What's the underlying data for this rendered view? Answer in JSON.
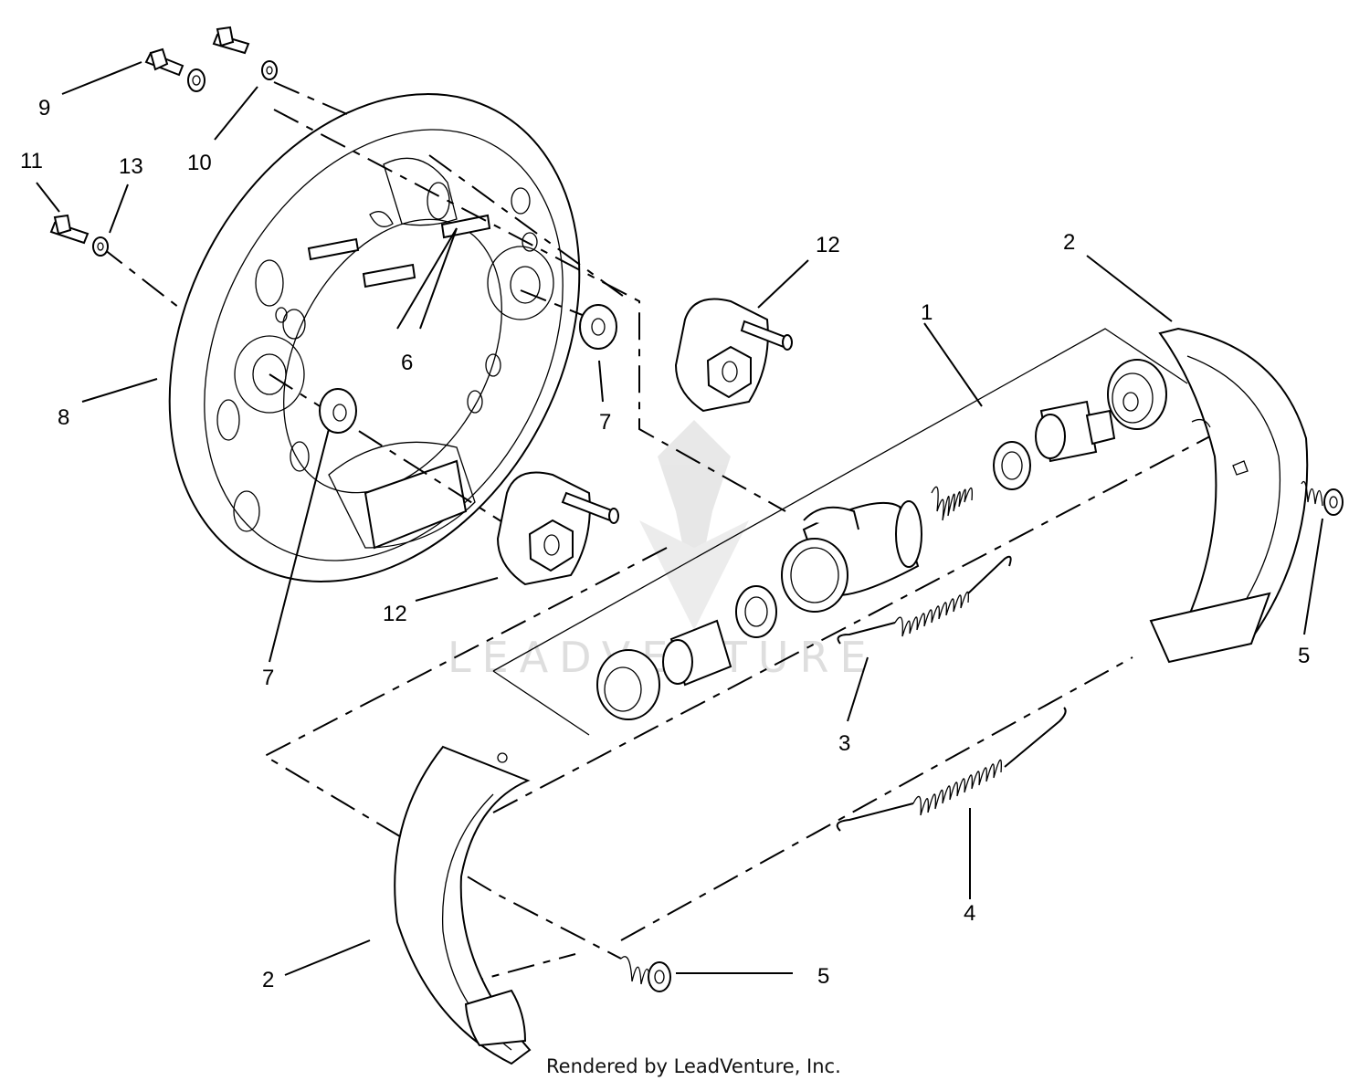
{
  "callouts": {
    "c1": "1",
    "c2a": "2",
    "c2b": "2",
    "c3": "3",
    "c4": "4",
    "c5a": "5",
    "c5b": "5",
    "c6": "6",
    "c7a": "7",
    "c7b": "7",
    "c8": "8",
    "c9": "9",
    "c10": "10",
    "c11": "11",
    "c12a": "12",
    "c12b": "12",
    "c13": "13"
  },
  "watermark": "LEADVENTURE",
  "credit": "Rendered by LeadVenture, Inc."
}
